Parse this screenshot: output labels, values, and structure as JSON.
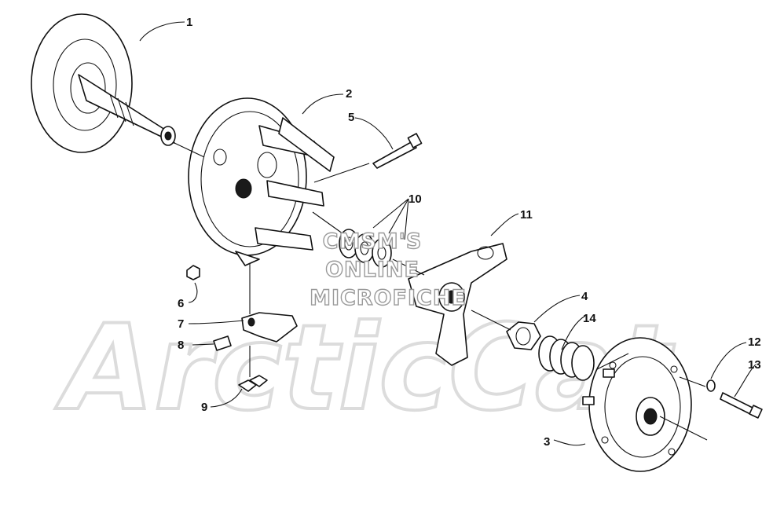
{
  "callouts": [
    {
      "id": "1",
      "label": "1"
    },
    {
      "id": "2",
      "label": "2"
    },
    {
      "id": "3",
      "label": "3"
    },
    {
      "id": "4",
      "label": "4"
    },
    {
      "id": "5",
      "label": "5"
    },
    {
      "id": "6",
      "label": "6"
    },
    {
      "id": "7",
      "label": "7"
    },
    {
      "id": "8",
      "label": "8"
    },
    {
      "id": "9",
      "label": "9"
    },
    {
      "id": "10",
      "label": "10"
    },
    {
      "id": "11",
      "label": "11"
    },
    {
      "id": "12",
      "label": "12"
    },
    {
      "id": "13",
      "label": "13"
    },
    {
      "id": "14",
      "label": "14"
    }
  ],
  "watermark": {
    "line1": "CMSM'S",
    "line2": "ONLINE",
    "line3": "MICROFICHE",
    "logo_text": "ArcticCat"
  },
  "colors": {
    "line": "#111111",
    "watermark": "#9a9a9a",
    "background": "#ffffff"
  }
}
